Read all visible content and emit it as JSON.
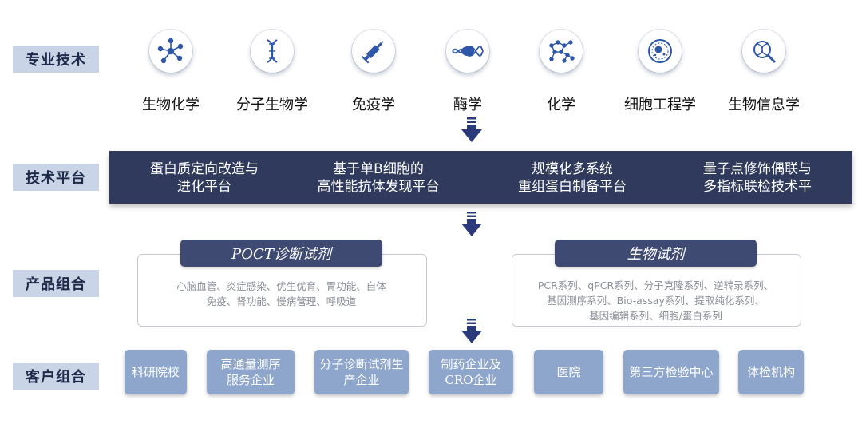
{
  "row_labels": {
    "technology": "专业技术",
    "platform": "技术平台",
    "products": "产品组合",
    "customers": "客户组合"
  },
  "technologies": [
    {
      "label": "生物化学",
      "icon": "molecule-network-icon"
    },
    {
      "label": "分子生物学",
      "icon": "dna-helix-icon"
    },
    {
      "label": "免疫学",
      "icon": "syringe-icon"
    },
    {
      "label": "酶学",
      "icon": "enzyme-dna-icon"
    },
    {
      "label": "化学",
      "icon": "chemical-lattice-icon"
    },
    {
      "label": "细胞工程学",
      "icon": "cell-icon"
    },
    {
      "label": "生物信息学",
      "icon": "dna-magnifier-icon"
    }
  ],
  "platforms": [
    {
      "line1": "蛋白质定向改造与",
      "line2": "进化平台"
    },
    {
      "line1": "基于单B细胞的",
      "line2": "高性能抗体发现平台"
    },
    {
      "line1": "规模化多系统",
      "line2": "重组蛋白制备平台"
    },
    {
      "line1": "量子点修饰偶联与",
      "line2": "多指标联检技术平"
    }
  ],
  "products": [
    {
      "title": "POCT诊断试剂",
      "line1": "心脑血管、炎症感染、优生优育、胃功能、自体",
      "line2": "免疫、肾功能、慢病管理、呼吸道",
      "line3": ""
    },
    {
      "title": "生物试剂",
      "line1": "PCR系列、qPCR系列、分子克隆系列、逆转录系列、",
      "line2": "基因测序系列、Bio-assay系列、提取纯化系列、",
      "line3": "基因编辑系列、细胞/蛋白系列"
    }
  ],
  "customers": [
    {
      "label": "科研院校"
    },
    {
      "label": "高通量测序\n服务企业"
    },
    {
      "label": "分子诊断试剂生\n产企业"
    },
    {
      "label": "制药企业及\nCRO企业"
    },
    {
      "label": "医院"
    },
    {
      "label": "第三方检验中心"
    },
    {
      "label": "体检机构"
    }
  ],
  "colors": {
    "label_bg": "#c9d4e6",
    "platform_bar": "#2f3a5c",
    "product_title": "#3f4a72",
    "customer_box": "#8ea6cc",
    "arrow": "#2a3a7a",
    "icon_accent": "#2f57a8"
  }
}
